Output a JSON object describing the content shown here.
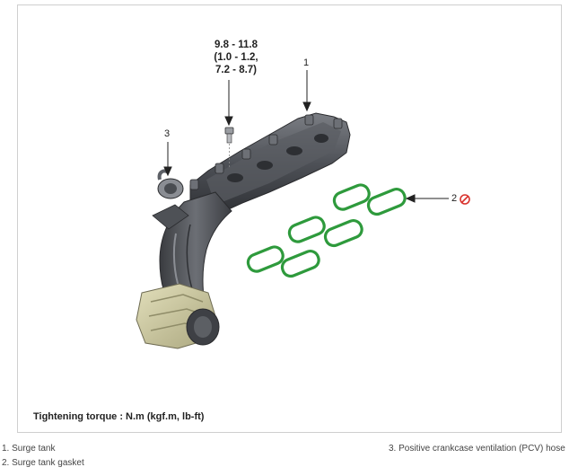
{
  "diagram": {
    "torque_spec": [
      "9.8 - 11.8",
      "(1.0 - 1.2,",
      "7.2 - 8.7)"
    ],
    "callouts": [
      "1",
      "2",
      "3"
    ],
    "tightening_note": "Tightening torque : N.m (kgf.m, lb-ft)",
    "icons": {
      "gasket_symbol": "no-reuse-icon"
    },
    "colors": {
      "gasket": "#2e9a3c",
      "manifold": "#4a4d52",
      "throttle_body": "#cfcca2",
      "no_reuse": "#d9332e"
    }
  },
  "legend": {
    "item_1": "1. Surge tank",
    "item_2": "2. Surge tank gasket",
    "item_3": "3. Positive crankcase ventilation (PCV) hose"
  }
}
